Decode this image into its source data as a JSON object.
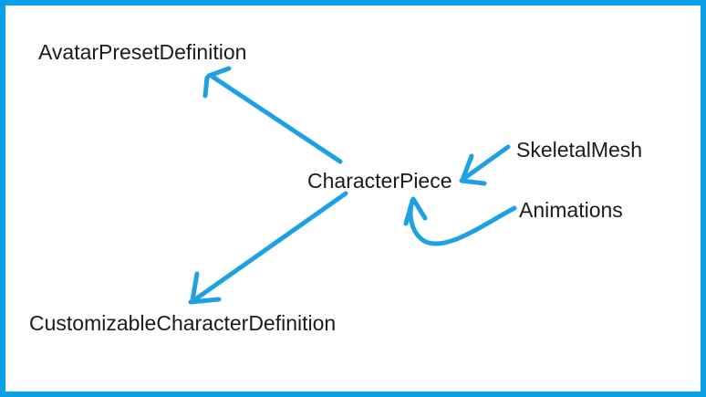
{
  "diagram": {
    "title": "",
    "nodes": [
      {
        "id": "avatar-preset-definition",
        "label": "AvatarPresetDefinition"
      },
      {
        "id": "character-piece",
        "label": "CharacterPiece"
      },
      {
        "id": "skeletal-mesh",
        "label": "SkeletalMesh"
      },
      {
        "id": "animations",
        "label": "Animations"
      },
      {
        "id": "customizable-character-definition",
        "label": "CustomizableCharacterDefinition"
      }
    ],
    "edges": [
      {
        "from": "CharacterPiece",
        "to": "AvatarPresetDefinition",
        "style": "straight-arrow"
      },
      {
        "from": "CharacterPiece",
        "to": "CustomizableCharacterDefinition",
        "style": "straight-arrow"
      },
      {
        "from": "SkeletalMesh",
        "to": "CharacterPiece",
        "style": "straight-arrow"
      },
      {
        "from": "Animations",
        "to": "CharacterPiece",
        "style": "curved-arrow"
      }
    ],
    "colors": {
      "frame_border": "#0aa0e8",
      "arrow": "#1da1e2",
      "text": "#1b1b1b",
      "background": "#ffffff"
    }
  }
}
